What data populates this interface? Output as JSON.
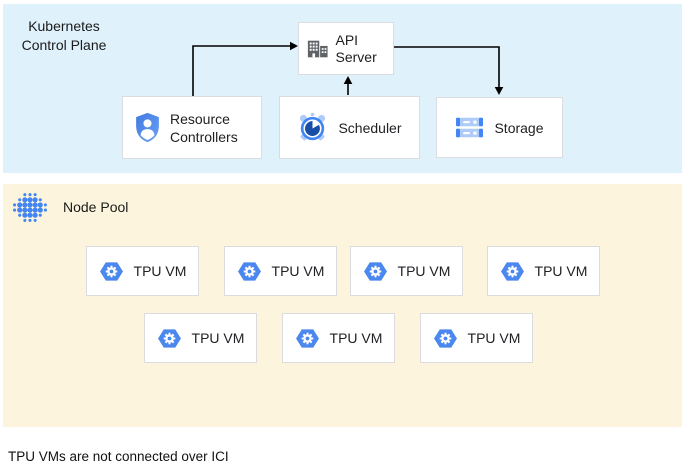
{
  "control_plane": {
    "title": "Kubernetes Control Plane",
    "api_server": {
      "label": "API Server",
      "icon": "building-icon"
    },
    "resource_controllers": {
      "label": "Resource Controllers",
      "icon": "shield-user-icon"
    },
    "scheduler": {
      "label": "Scheduler",
      "icon": "alarm-clock-icon"
    },
    "storage": {
      "label": "Storage",
      "icon": "disk-stack-icon"
    },
    "arrows": [
      "resource-controllers to api-server",
      "scheduler to api-server",
      "api-server to storage"
    ]
  },
  "node_pool": {
    "title": "Node Pool",
    "icon": "dot-cluster-icon",
    "tpu_vm_label": "TPU VM",
    "tpu_vm_icon": "tpu-hexagon-icon",
    "tpu_vm_count": 7,
    "rows": [
      4,
      3
    ]
  },
  "footer": {
    "caption": "TPU VMs are not connected over ICI"
  },
  "colors": {
    "control_plane_bg": "#dff2fc",
    "node_pool_bg": "#fcf4dd",
    "primary_blue": "#4285f4",
    "light_blue": "#aecbfa",
    "dark_navy": "#174ea6",
    "icon_gray": "#5f6368",
    "box_border": "#dadce0",
    "arrow": "#000000",
    "text": "#202124"
  }
}
